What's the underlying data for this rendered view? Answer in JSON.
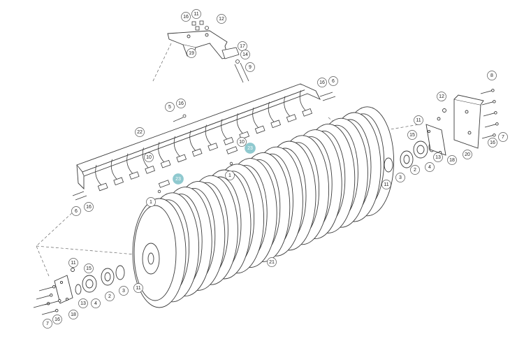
{
  "colors": {
    "line": "#3a3a3a",
    "callout_fill": "#ffffff",
    "callout_stroke": "#555555",
    "highlight": "#8fc9cf"
  },
  "callouts": [
    {
      "label": "16"
    },
    {
      "label": "11"
    },
    {
      "label": "12"
    },
    {
      "label": "19"
    },
    {
      "label": "17"
    },
    {
      "label": "14"
    },
    {
      "label": "9"
    },
    {
      "label": "16"
    },
    {
      "label": "6"
    },
    {
      "label": "5"
    },
    {
      "label": "16"
    },
    {
      "label": "22"
    },
    {
      "label": "10"
    },
    {
      "label": "10"
    },
    {
      "label": "23",
      "highlight": true
    },
    {
      "label": "1"
    },
    {
      "label": "23",
      "highlight": true
    },
    {
      "label": "1"
    },
    {
      "label": "6"
    },
    {
      "label": "16"
    },
    {
      "label": "8"
    },
    {
      "label": "12"
    },
    {
      "label": "11"
    },
    {
      "label": "15"
    },
    {
      "label": "13"
    },
    {
      "label": "18"
    },
    {
      "label": "4"
    },
    {
      "label": "2"
    },
    {
      "label": "3"
    },
    {
      "label": "11"
    },
    {
      "label": "20"
    },
    {
      "label": "16"
    },
    {
      "label": "7"
    },
    {
      "label": "21"
    },
    {
      "label": "11"
    },
    {
      "label": "15"
    },
    {
      "label": "3"
    },
    {
      "label": "11"
    },
    {
      "label": "2"
    },
    {
      "label": "4"
    },
    {
      "label": "13"
    },
    {
      "label": "18"
    },
    {
      "label": "7"
    },
    {
      "label": "16"
    }
  ]
}
